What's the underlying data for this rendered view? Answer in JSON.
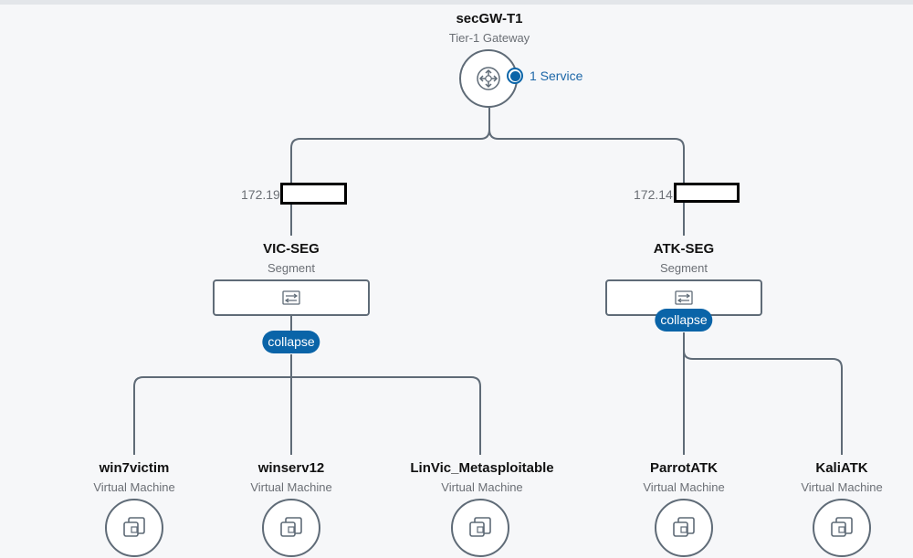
{
  "gateway": {
    "name": "secGW-T1",
    "type": "Tier-1 Gateway",
    "service_label": "1 Service"
  },
  "segments": [
    {
      "name": "VIC-SEG",
      "type": "Segment",
      "ip": "172.19",
      "collapse_label": "collapse"
    },
    {
      "name": "ATK-SEG",
      "type": "Segment",
      "ip": "172.14",
      "collapse_label": "collapse"
    }
  ],
  "vms": [
    {
      "name": "win7victim",
      "type": "Virtual Machine"
    },
    {
      "name": "winserv12",
      "type": "Virtual Machine"
    },
    {
      "name": "LinVic_Metasploitable",
      "type": "Virtual Machine"
    },
    {
      "name": "ParrotATK",
      "type": "Virtual Machine"
    },
    {
      "name": "KaliATK",
      "type": "Virtual Machine"
    }
  ],
  "colors": {
    "line": "#5f6b77",
    "accent": "#0a64a8",
    "background": "#f6f7f9"
  },
  "icons": {
    "gateway": "router-icon",
    "segment": "switch-icon",
    "vm": "virtual-machine-icon"
  }
}
